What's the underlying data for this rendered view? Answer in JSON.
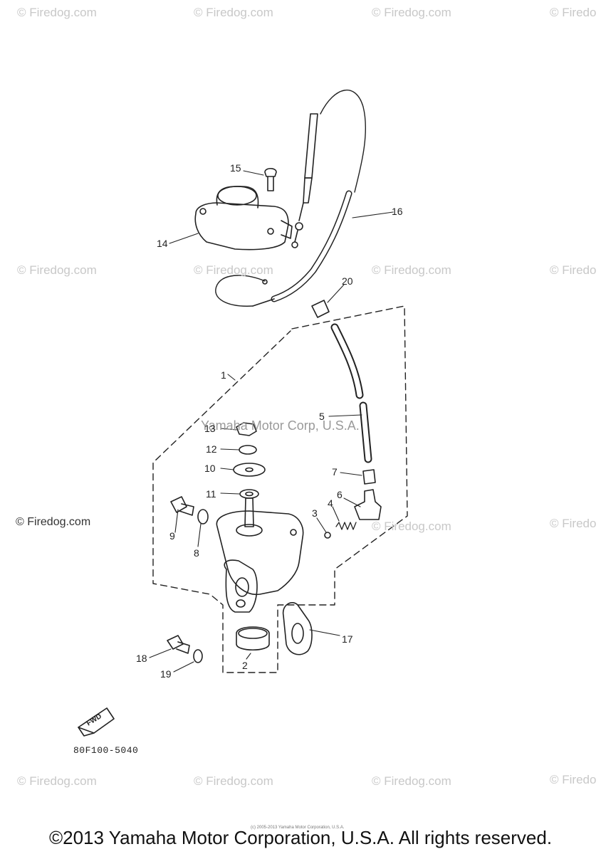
{
  "watermarks": [
    "© Firedog.com",
    "© Firedog.com",
    "© Firedog.com",
    "© Firedo",
    "© Firedog.com",
    "© Firedog.com",
    "© Firedog.com",
    "© Firedo",
    "© Firedog.com",
    "© Firedo",
    "© Firedog.com",
    "© Firedog.com",
    "© Firedog.com",
    "© Firedo"
  ],
  "side_watermark": "© Firedog.com",
  "center_watermark": "Yamaha Motor Corp, U.S.A.",
  "callouts": [
    "1",
    "2",
    "3",
    "4",
    "5",
    "6",
    "7",
    "8",
    "9",
    "10",
    "11",
    "12",
    "13",
    "14",
    "15",
    "16",
    "17",
    "18",
    "19",
    "20"
  ],
  "fwd_label": "FWD",
  "part_code": "80F100-5040",
  "tiny_credit": "(c) 2005-2013 Yamaha Motor Corporation, U.S.A.",
  "footer": "©2013 Yamaha Motor Corporation, U.S.A. All rights reserved."
}
